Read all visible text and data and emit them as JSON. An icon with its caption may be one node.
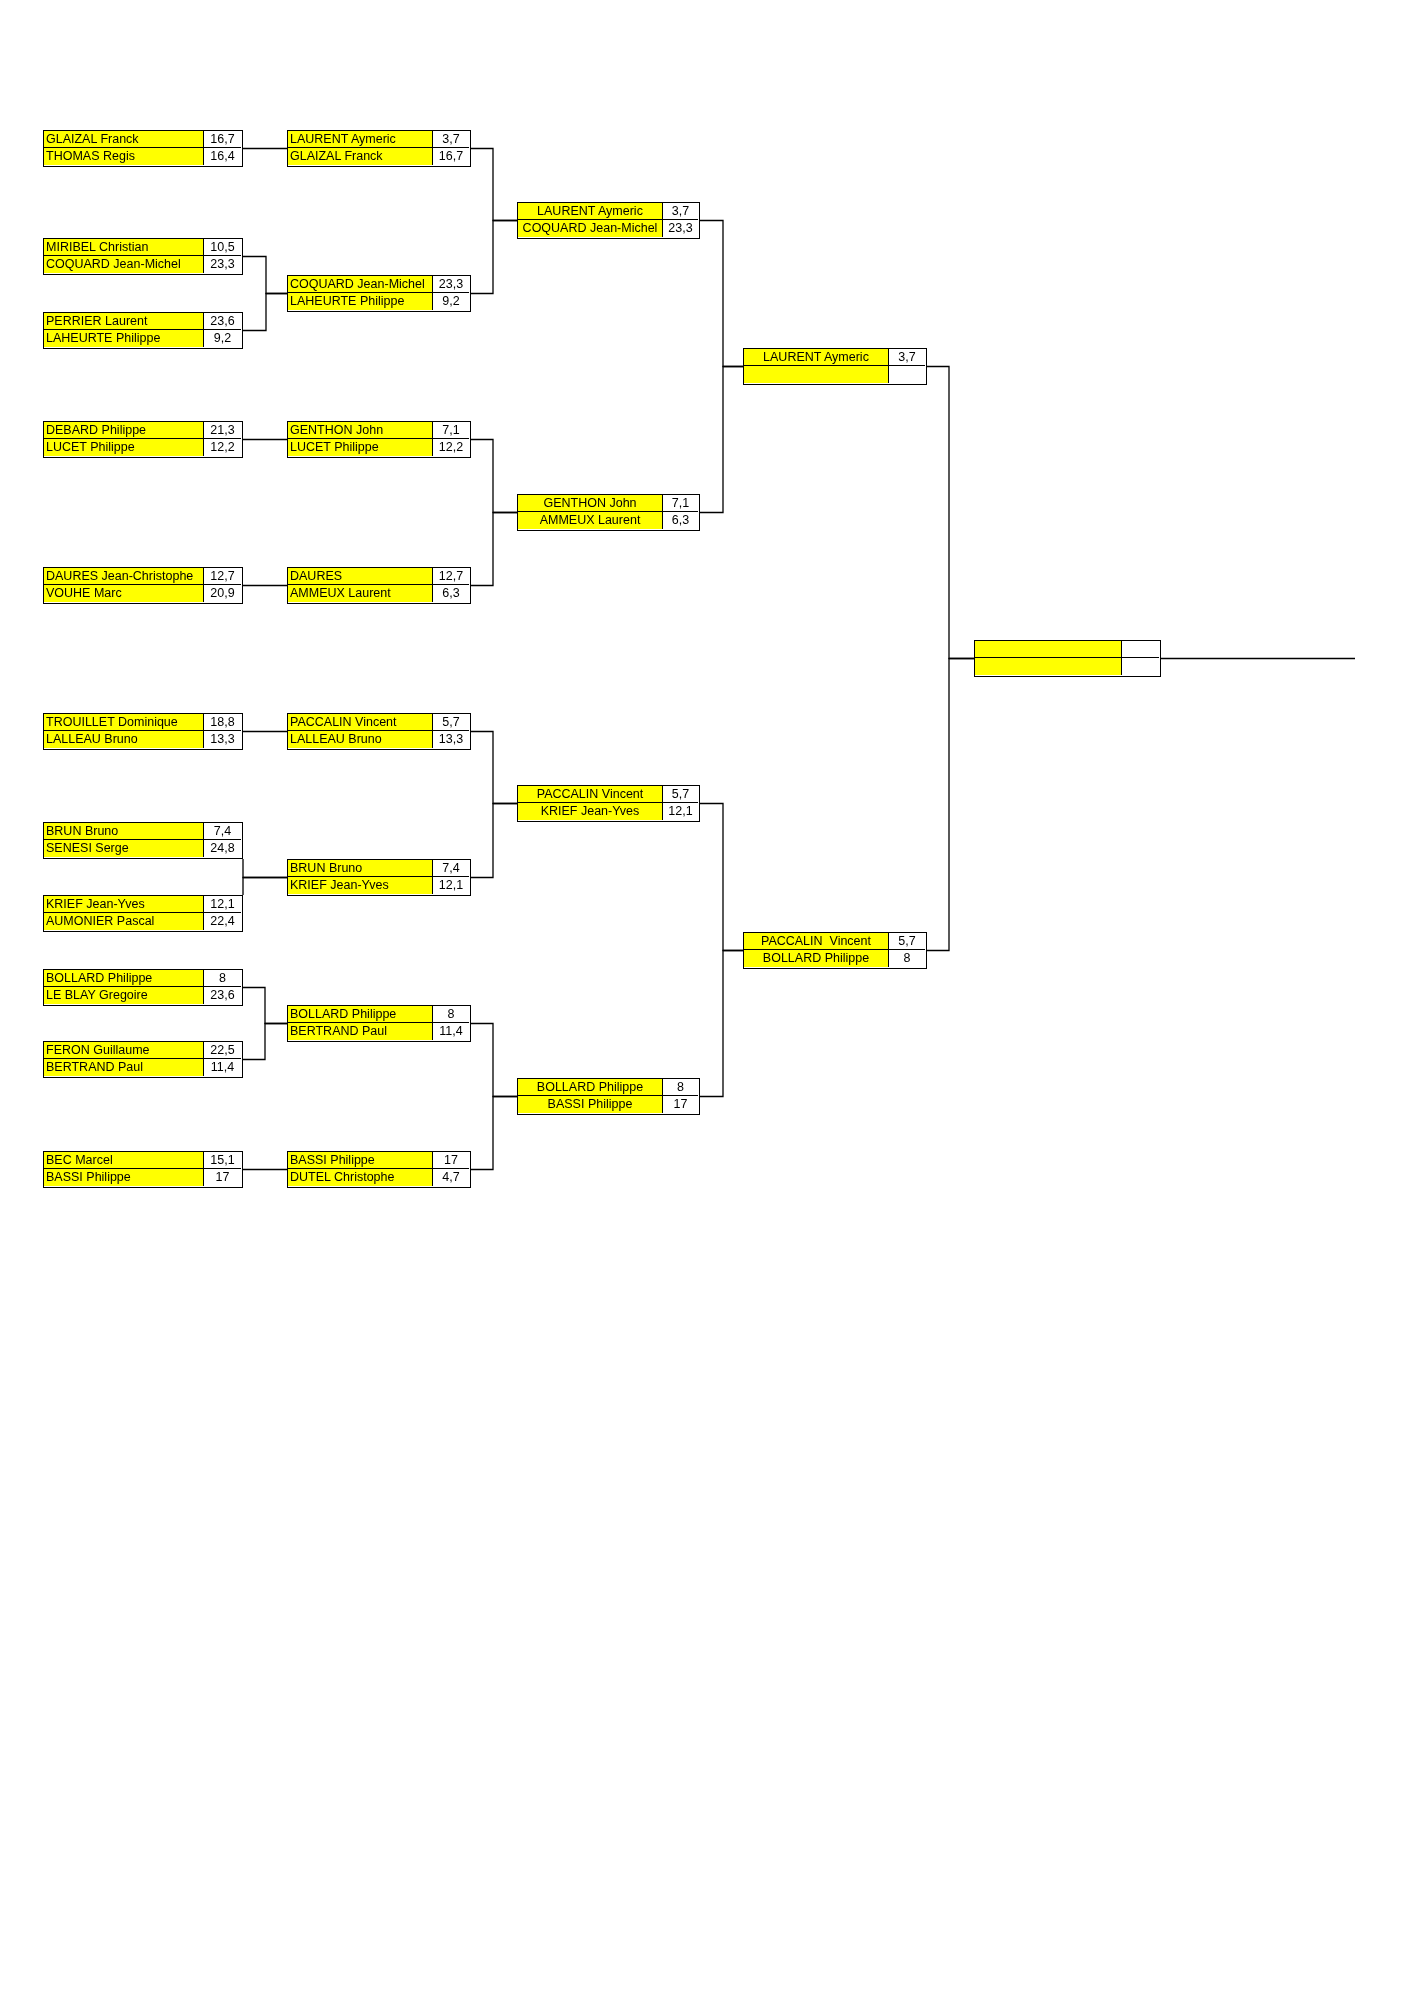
{
  "diagram": {
    "nodes": [
      {
        "text": [
          "GLAIZAL Franck",
          "16,7",
          "THOMAS Regis",
          "16,4"
        ]
      },
      {
        "text": [
          "MIRIBEL Christian",
          "10,5",
          "COQUARD Jean-Michel",
          "23,3"
        ]
      },
      {
        "text": [
          "PERRIER Laurent",
          "23,6",
          "LAHEURTE Philippe",
          "9,2"
        ]
      },
      {
        "text": [
          "DEBARD Philippe",
          "21,3",
          "LUCET Philippe",
          "12,2"
        ]
      },
      {
        "text": [
          "DAURES Jean-Christophe",
          "12,7",
          "VOUHE Marc",
          "20,9"
        ]
      },
      {
        "text": [
          "TROUILLET Dominique",
          "18,8",
          "LALLEAU Bruno",
          "13,3"
        ]
      },
      {
        "text": [
          "BRUN Bruno",
          "7,4",
          "SENESI Serge",
          "24,8"
        ]
      },
      {
        "text": [
          "KRIEF Jean-Yves",
          "12,1",
          "AUMONIER Pascal",
          "22,4"
        ]
      },
      {
        "text": [
          "BOLLARD Philippe",
          "8",
          "LE BLAY Gregoire",
          "23,6"
        ]
      },
      {
        "text": [
          "FERON Guillaume",
          "22,5",
          "BERTRAND Paul",
          "11,4"
        ]
      },
      {
        "text": [
          "BEC Marcel",
          "15,1",
          "BASSI Philippe",
          "17"
        ]
      },
      {
        "text": [
          "LAURENT Aymeric",
          "3,7",
          "GLAIZAL Franck",
          "16,7"
        ]
      },
      {
        "text": [
          "COQUARD Jean-Michel",
          "23,3",
          "LAHEURTE Philippe",
          "9,2"
        ]
      },
      {
        "text": [
          "GENTHON John",
          "7,1",
          "LUCET Philippe",
          "12,2"
        ]
      },
      {
        "text": [
          "DAURES",
          "12,7",
          "AMMEUX Laurent",
          "6,3"
        ]
      },
      {
        "text": [
          "PACCALIN Vincent",
          "5,7",
          "LALLEAU Bruno",
          "13,3"
        ]
      },
      {
        "text": [
          "BRUN Bruno",
          "7,4",
          "KRIEF Jean-Yves",
          "12,1"
        ]
      },
      {
        "text": [
          "BOLLARD Philippe",
          "8",
          "BERTRAND Paul",
          "11,4"
        ]
      },
      {
        "text": [
          "BASSI Philippe",
          "17",
          "DUTEL Christophe",
          "4,7"
        ]
      },
      {
        "text": [
          "LAURENT Aymeric",
          "3,7",
          "COQUARD Jean-Michel",
          "23,3"
        ]
      },
      {
        "text": [
          "GENTHON John",
          "7,1",
          "AMMEUX Laurent",
          "6,3"
        ]
      },
      {
        "text": [
          "PACCALIN Vincent",
          "5,7",
          "KRIEF Jean-Yves",
          "12,1"
        ]
      },
      {
        "text": [
          "BOLLARD Philippe",
          "8",
          "BASSI Philippe",
          "17"
        ]
      },
      {
        "text": [
          "LAURENT Aymeric",
          "3,7"
        ]
      },
      {
        "text": [
          "PACCALIN  Vincent",
          "5,7",
          "BOLLARD Philippe",
          "8"
        ]
      },
      {
        "text": [],
        "shape": "box"
      }
    ],
    "edges": [
      {
        "from": 0,
        "to": 11,
        "arrow": "none"
      },
      {
        "from": 1,
        "to": 12,
        "arrow": "none"
      },
      {
        "from": 2,
        "to": 12,
        "arrow": "none"
      },
      {
        "from": 3,
        "to": 13,
        "arrow": "none"
      },
      {
        "from": 4,
        "to": 14,
        "arrow": "none"
      },
      {
        "from": 5,
        "to": 15,
        "arrow": "none"
      },
      {
        "from": 6,
        "to": 16,
        "arrow": "none"
      },
      {
        "from": 7,
        "to": 16,
        "arrow": "none"
      },
      {
        "from": 8,
        "to": 17,
        "arrow": "none"
      },
      {
        "from": 9,
        "to": 17,
        "arrow": "none"
      },
      {
        "from": 10,
        "to": 18,
        "arrow": "none"
      },
      {
        "from": 11,
        "to": 19,
        "arrow": "none"
      },
      {
        "from": 12,
        "to": 19,
        "arrow": "none"
      },
      {
        "from": 13,
        "to": 20,
        "arrow": "none"
      },
      {
        "from": 14,
        "to": 20,
        "arrow": "none"
      },
      {
        "from": 15,
        "to": 21,
        "arrow": "none"
      },
      {
        "from": 16,
        "to": 21,
        "arrow": "none"
      },
      {
        "from": 17,
        "to": 22,
        "arrow": "none"
      },
      {
        "from": 18,
        "to": 22,
        "arrow": "none"
      },
      {
        "from": 19,
        "to": 23,
        "arrow": "none"
      },
      {
        "from": 20,
        "to": 23,
        "arrow": "none"
      },
      {
        "from": 21,
        "to": 24,
        "arrow": "none"
      },
      {
        "from": 22,
        "to": 24,
        "arrow": "none"
      },
      {
        "from": 23,
        "to": 25,
        "arrow": "none"
      },
      {
        "from": 24,
        "to": 25,
        "arrow": "none"
      },
      {
        "from": 25,
        "to": null,
        "arrow": "none"
      }
    ]
  }
}
